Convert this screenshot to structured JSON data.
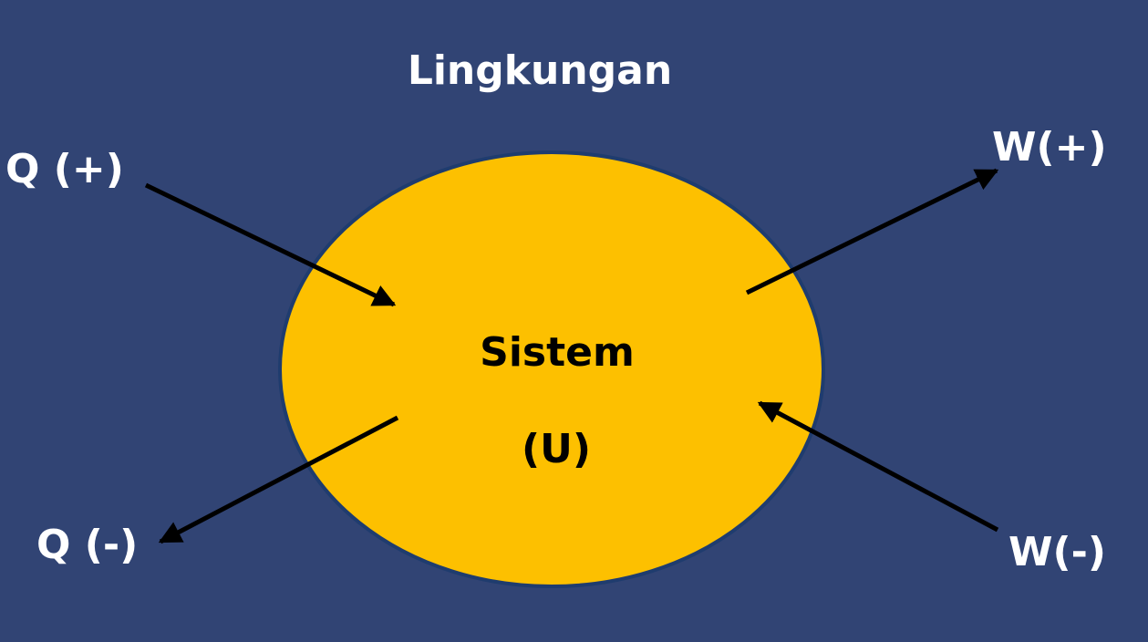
{
  "colors": {
    "background": "#314474",
    "system_fill": "#fdc000",
    "system_border": "#1f3c6e",
    "arrow": "#000000",
    "outer_text": "#ffffff",
    "inner_text": "#000000"
  },
  "environment_label": "Lingkungan",
  "system": {
    "name": "Sistem",
    "symbol": "(U)"
  },
  "flows": {
    "heat_in": "Q (+)",
    "heat_out": "Q (-)",
    "work_out": "W(+)",
    "work_in": "W(-)"
  }
}
